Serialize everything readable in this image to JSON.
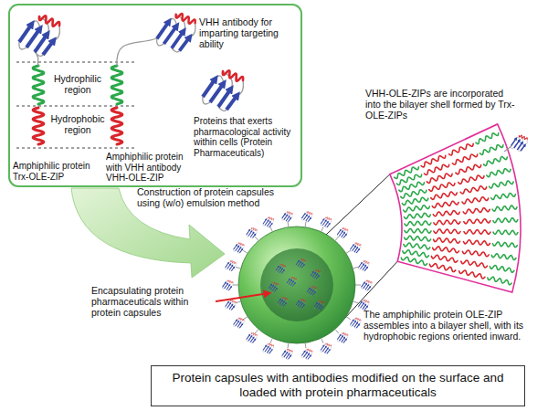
{
  "diagram": {
    "nodes": [
      {
        "text": [
          "Protein capsules with antibodies modified on the surface and loaded with protein pharmaceuticals"
        ]
      }
    ],
    "labels": [
      "VHH antibody for imparting targeting ability",
      "Hydrophilic region",
      "Hydrophobic region",
      "Proteins that exerts pharmacological activity within cells (Protein Pharmaceuticals)",
      "Amphiphilic protein Trx-OLE-ZIP",
      "Amphiphilic protein with VHH antibody VHH-OLE-ZIP",
      "Construction of protein capsules using (w/o) emulsion method",
      "Encapsulating protein pharmaceuticals within protein capsules",
      "VHH-OLE-ZIPs are incorporated into the bilayer shell formed by Trx-OLE-ZIPs",
      "The amphiphilic protein OLE-ZIP assembles into a bilayer shell, with its hydrophobic regions oriented inward."
    ]
  }
}
